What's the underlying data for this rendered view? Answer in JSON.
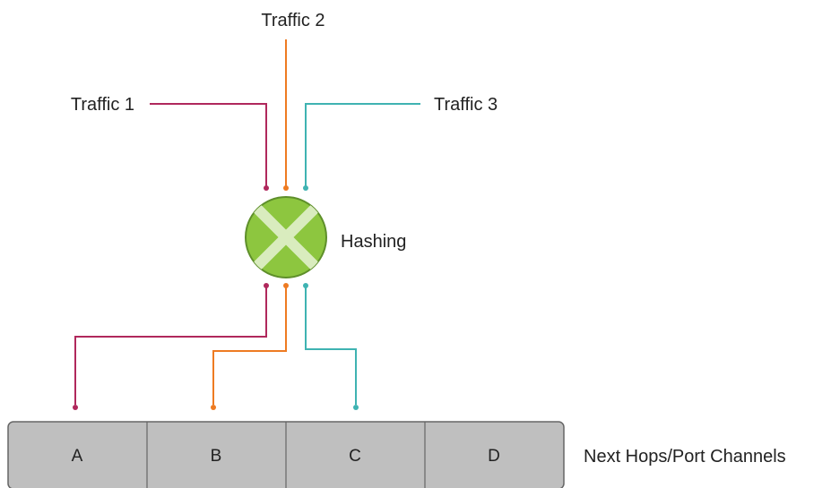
{
  "traffic": [
    {
      "label": "Traffic 1",
      "color": "#B0285C"
    },
    {
      "label": "Traffic 2",
      "color": "#EE7B22"
    },
    {
      "label": "Traffic 3",
      "color": "#3FB3B2"
    }
  ],
  "hashing": {
    "label": "Hashing",
    "fill_color": "#8DC63F",
    "stroke_color": "#5E8F2A",
    "cross_color": "#D9ECBE"
  },
  "next_hops": {
    "cells": [
      "A",
      "B",
      "C",
      "D"
    ],
    "label": "Next Hops/Port Channels",
    "fill_color": "#BFBFBF",
    "stroke_color": "#666666"
  }
}
